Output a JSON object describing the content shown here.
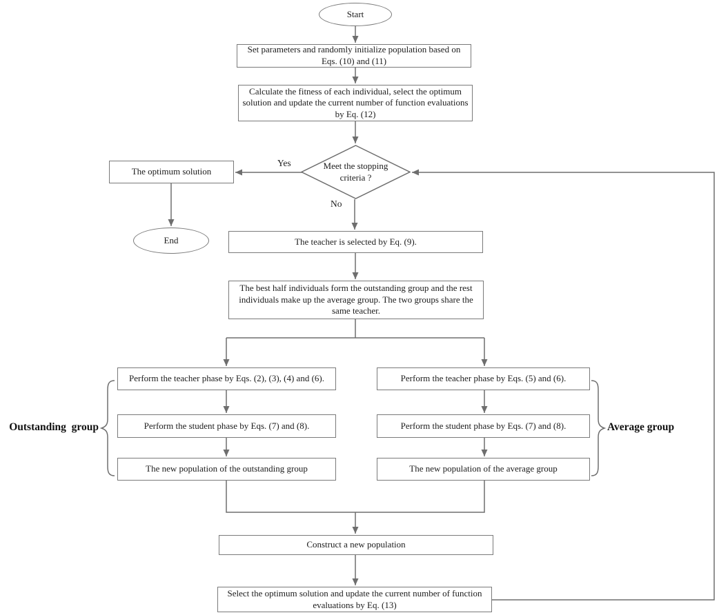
{
  "nodes": {
    "start": "Start",
    "init": "Set parameters and randomly initialize  population based on Eqs. (10) and (11)",
    "fitness": "Calculate the fitness of each individual, select the optimum solution and update the current number of function evaluations by Eq. (12)",
    "decision": "Meet the stopping criteria ?",
    "optimum": "The optimum solution",
    "end": "End",
    "teacher_select": "The teacher is selected by Eq. (9).",
    "grouping": "The best half individuals form the outstanding group and the rest individuals make up the  average group. The two groups share the same teacher.",
    "out_teacher": "Perform the teacher phase by Eqs. (2), (3), (4) and (6).",
    "out_student": "Perform the student phase by Eqs. (7) and (8).",
    "out_newpop": "The new population of the outstanding group",
    "avg_teacher": "Perform the teacher phase by Eqs. (5) and (6).",
    "avg_student": "Perform the student phase by Eqs. (7) and (8).",
    "avg_newpop": "The new population of the average group",
    "construct": "Construct a new population",
    "select_optimum": "Select the optimum solution and update the current number of function evaluations by Eq. (13)"
  },
  "edge_labels": {
    "yes": "Yes",
    "no": "No"
  },
  "group_labels": {
    "outstanding": "Outstanding  group",
    "average": "Average group"
  },
  "colors": {
    "line": "#6e6e6e",
    "border": "#797979",
    "text": "#1c1c1c",
    "background": "#ffffff"
  }
}
